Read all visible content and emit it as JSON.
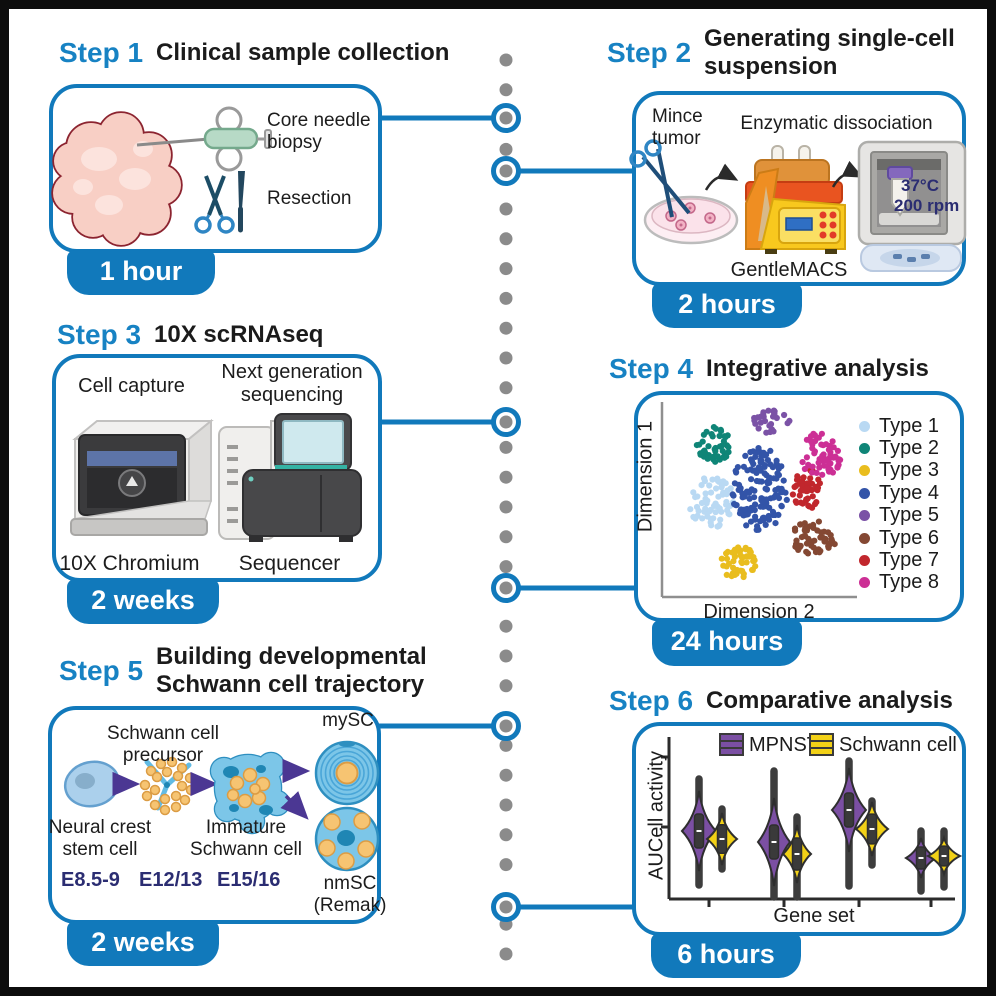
{
  "colors": {
    "accent_blue": "#1179bb",
    "step_blue": "#1782c3",
    "text_black": "#1b1b1b",
    "dot_gray": "#8b8b8b",
    "stage_navy": "#2b2d72",
    "arrow_purple": "#4b3793"
  },
  "timeline": {
    "x": 497,
    "y_start": 51,
    "y_end": 946,
    "spacing": 29.8,
    "dot_radius": 6.5,
    "connectors": [
      {
        "y": 109,
        "to_x": 371,
        "side": "left"
      },
      {
        "y": 162,
        "to_x": 625,
        "side": "right"
      },
      {
        "y": 413,
        "to_x": 371,
        "side": "left"
      },
      {
        "y": 579,
        "to_x": 627,
        "side": "right"
      },
      {
        "y": 717,
        "to_x": 370,
        "side": "left"
      },
      {
        "y": 898,
        "to_x": 625,
        "side": "right"
      }
    ]
  },
  "steps": [
    {
      "label": "Step 1",
      "title_lines": [
        "Clinical sample collection"
      ],
      "duration": "1 hour"
    },
    {
      "label": "Step 2",
      "title_lines": [
        "Generating single-cell",
        "suspension"
      ],
      "duration": "2 hours"
    },
    {
      "label": "Step 3",
      "title_lines": [
        "10X scRNAseq"
      ],
      "duration": "2 weeks"
    },
    {
      "label": "Step 4",
      "title_lines": [
        "Integrative analysis"
      ],
      "duration": "24 hours"
    },
    {
      "label": "Step 5",
      "title_lines": [
        "Building developmental",
        "Schwann cell trajectory"
      ],
      "duration": "2 weeks"
    },
    {
      "label": "Step 6",
      "title_lines": [
        "Comparative analysis"
      ],
      "duration": "6 hours"
    }
  ],
  "step1": {
    "labels": {
      "biopsy": "Core needle biopsy",
      "resection": "Resection"
    }
  },
  "step2": {
    "labels": {
      "mince": "Mince tumor",
      "enzymatic": "Enzymatic dissociation",
      "machine": "GentleMACS",
      "temp": "37°C",
      "rpm": "200 rpm"
    }
  },
  "step3": {
    "labels": {
      "capture": "Cell capture",
      "ngs": "Next generation sequencing",
      "chromium": "10X Chromium",
      "sequencer": "Sequencer"
    }
  },
  "step4": {
    "chart_data": {
      "type": "scatter",
      "xlabel": "Dimension 2",
      "ylabel": "Dimension 1",
      "legend_position": "right",
      "series": [
        {
          "name": "Type 1",
          "color": "#b9d9f3",
          "cx": 0.24,
          "cy": 0.52,
          "rx": 0.12,
          "ry": 0.15,
          "n": 62
        },
        {
          "name": "Type 2",
          "color": "#0f8577",
          "cx": 0.26,
          "cy": 0.2,
          "rx": 0.1,
          "ry": 0.1,
          "n": 45
        },
        {
          "name": "Type 3",
          "color": "#e9bd1e",
          "cx": 0.38,
          "cy": 0.84,
          "rx": 0.1,
          "ry": 0.09,
          "n": 45
        },
        {
          "name": "Type 4",
          "color": "#3354a8",
          "cx": 0.5,
          "cy": 0.45,
          "rx": 0.15,
          "ry": 0.23,
          "n": 135
        },
        {
          "name": "Type 5",
          "color": "#7b52a6",
          "cx": 0.56,
          "cy": 0.08,
          "rx": 0.1,
          "ry": 0.07,
          "n": 28
        },
        {
          "name": "Type 6",
          "color": "#844833",
          "cx": 0.79,
          "cy": 0.71,
          "rx": 0.13,
          "ry": 0.09,
          "n": 55
        },
        {
          "name": "Type 7",
          "color": "#c1272d",
          "cx": 0.75,
          "cy": 0.44,
          "rx": 0.08,
          "ry": 0.12,
          "n": 45
        },
        {
          "name": "Type 8",
          "color": "#cc2f95",
          "cx": 0.83,
          "cy": 0.26,
          "rx": 0.11,
          "ry": 0.13,
          "n": 58
        }
      ]
    }
  },
  "step5": {
    "labels": {
      "precursor": "Schwann cell precursor",
      "ncsc": "Neural crest stem cell",
      "immature": "Immature Schwann cell",
      "mysc": "mySC",
      "nmsc": "nmSC (Remak)",
      "e1": "E8.5-9",
      "e2": "E12/13",
      "e3": "E15/16"
    }
  },
  "step6": {
    "chart_data": {
      "type": "violin",
      "xlabel": "Gene set",
      "ylabel": "AUCell activity",
      "series": [
        {
          "name": "MPNST",
          "color": "#7b4fa3"
        },
        {
          "name": "Schwann cell",
          "color": "#f2d117"
        }
      ],
      "tick_x": [
        700,
        775,
        850,
        922
      ],
      "ytick_y": [
        748,
        818
      ],
      "groups": [
        {
          "mpnst": {
            "cy": 822,
            "hh": 40,
            "hw": 17,
            "wt": 770,
            "wb": 876
          },
          "schwann": {
            "cy": 830,
            "hh": 26,
            "hw": 15,
            "wt": 800,
            "wb": 860
          }
        },
        {
          "mpnst": {
            "cy": 833,
            "hh": 44,
            "hw": 16,
            "wt": 762,
            "wb": 888
          },
          "schwann": {
            "cy": 845,
            "hh": 29,
            "hw": 14,
            "wt": 808,
            "wb": 888
          }
        },
        {
          "mpnst": {
            "cy": 801,
            "hh": 42,
            "hw": 17,
            "wt": 752,
            "wb": 877
          },
          "schwann": {
            "cy": 820,
            "hh": 27,
            "hw": 16,
            "wt": 792,
            "wb": 856
          }
        },
        {
          "mpnst": {
            "cy": 849,
            "hh": 20,
            "hw": 15,
            "wt": 822,
            "wb": 882
          },
          "schwann": {
            "cy": 847,
            "hh": 18,
            "hw": 16,
            "wt": 822,
            "wb": 878
          }
        }
      ]
    }
  }
}
